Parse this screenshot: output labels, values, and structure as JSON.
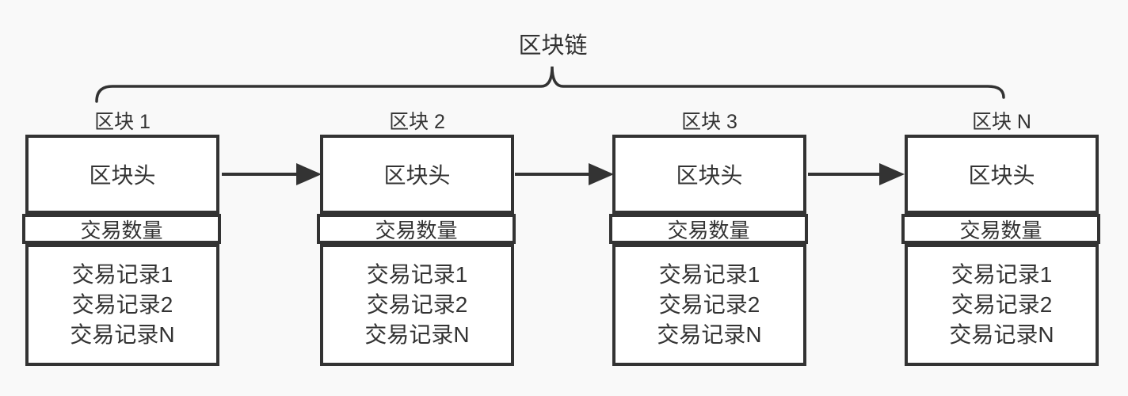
{
  "diagram": {
    "title": "区块链",
    "blocks": [
      {
        "title": "区块 1",
        "header": "区块头",
        "count": "交易数量",
        "records": [
          "交易记录1",
          "交易记录2",
          "交易记录N"
        ]
      },
      {
        "title": "区块 2",
        "header": "区块头",
        "count": "交易数量",
        "records": [
          "交易记录1",
          "交易记录2",
          "交易记录N"
        ]
      },
      {
        "title": "区块 3",
        "header": "区块头",
        "count": "交易数量",
        "records": [
          "交易记录1",
          "交易记录2",
          "交易记录N"
        ]
      },
      {
        "title": "区块 N",
        "header": "区块头",
        "count": "交易数量",
        "records": [
          "交易记录1",
          "交易记录2",
          "交易记录N"
        ]
      }
    ],
    "colors": {
      "line": "#333333",
      "text": "#333333",
      "background": "#f9f9f9",
      "box_fill": "#ffffff"
    }
  }
}
